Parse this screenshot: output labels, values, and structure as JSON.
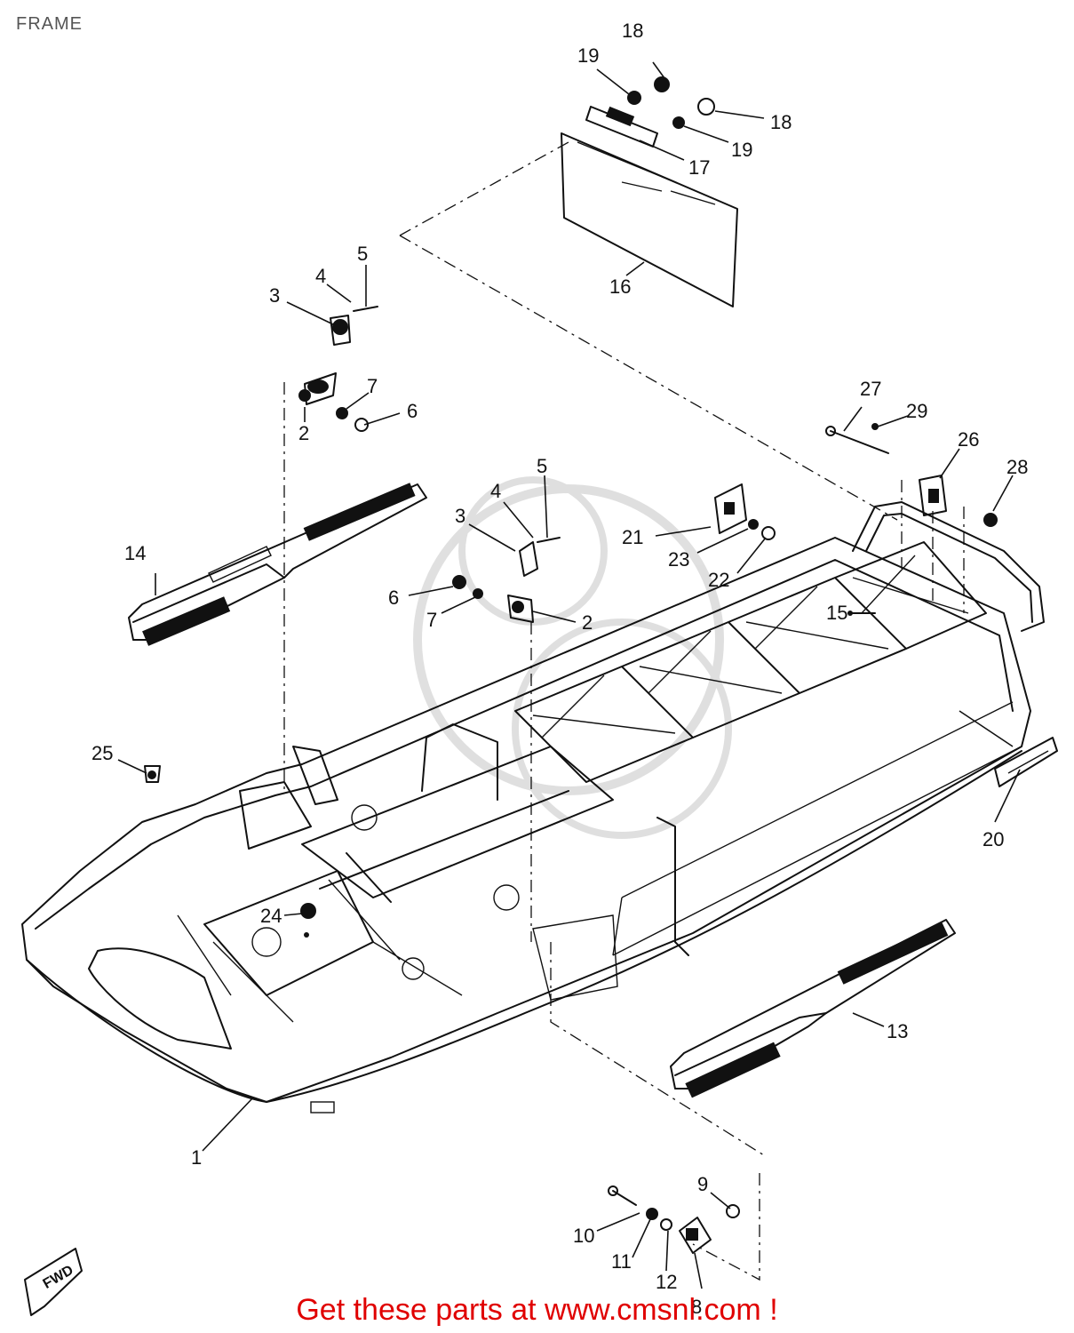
{
  "page": {
    "title": "FRAME"
  },
  "callouts": [
    {
      "id": "c1",
      "text": "1"
    },
    {
      "id": "c2a",
      "text": "2"
    },
    {
      "id": "c2b",
      "text": "2"
    },
    {
      "id": "c3a",
      "text": "3"
    },
    {
      "id": "c3b",
      "text": "3"
    },
    {
      "id": "c4a",
      "text": "4"
    },
    {
      "id": "c4b",
      "text": "4"
    },
    {
      "id": "c5a",
      "text": "5"
    },
    {
      "id": "c5b",
      "text": "5"
    },
    {
      "id": "c6a",
      "text": "6"
    },
    {
      "id": "c6b",
      "text": "6"
    },
    {
      "id": "c7a",
      "text": "7"
    },
    {
      "id": "c7b",
      "text": "7"
    },
    {
      "id": "c8",
      "text": "8"
    },
    {
      "id": "c9",
      "text": "9"
    },
    {
      "id": "c10",
      "text": "10"
    },
    {
      "id": "c11",
      "text": "11"
    },
    {
      "id": "c12",
      "text": "12"
    },
    {
      "id": "c13",
      "text": "13"
    },
    {
      "id": "c14",
      "text": "14"
    },
    {
      "id": "c15",
      "text": "15"
    },
    {
      "id": "c16",
      "text": "16"
    },
    {
      "id": "c17",
      "text": "17"
    },
    {
      "id": "c18a",
      "text": "18"
    },
    {
      "id": "c18b",
      "text": "18"
    },
    {
      "id": "c19a",
      "text": "19"
    },
    {
      "id": "c19b",
      "text": "19"
    },
    {
      "id": "c20",
      "text": "20"
    },
    {
      "id": "c21",
      "text": "21"
    },
    {
      "id": "c22",
      "text": "22"
    },
    {
      "id": "c23",
      "text": "23"
    },
    {
      "id": "c24",
      "text": "24"
    },
    {
      "id": "c25",
      "text": "25"
    },
    {
      "id": "c26",
      "text": "26"
    },
    {
      "id": "c27",
      "text": "27"
    },
    {
      "id": "c28",
      "text": "28"
    },
    {
      "id": "c29",
      "text": "29"
    }
  ],
  "fwd_mark": {
    "text": "FWD"
  },
  "footer": {
    "text": "Get these parts at www.cmsnl.com !",
    "color": "#e00000"
  }
}
